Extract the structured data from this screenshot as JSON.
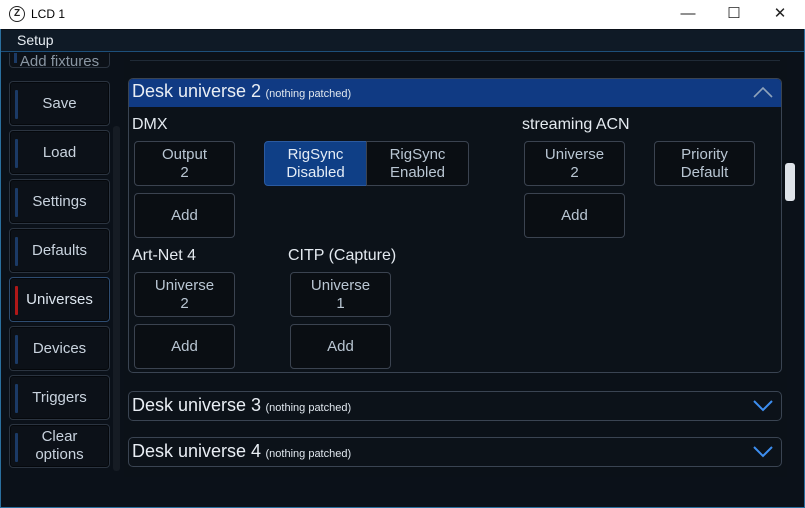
{
  "window": {
    "title": "LCD 1",
    "app_icon_letter": "Z",
    "minimize": "—",
    "maximize": "☐",
    "close": "✕"
  },
  "menu": {
    "setup": "Setup"
  },
  "sidebar": {
    "partial_label": "Add fixtures",
    "items": [
      {
        "label": "Save",
        "active": false
      },
      {
        "label": "Load",
        "active": false
      },
      {
        "label": "Settings",
        "active": false
      },
      {
        "label": "Defaults",
        "active": false
      },
      {
        "label": "Universes",
        "active": true
      },
      {
        "label": "Devices",
        "active": false
      },
      {
        "label": "Triggers",
        "active": false
      },
      {
        "label_line1": "Clear",
        "label_line2": "options",
        "active": false
      }
    ]
  },
  "panels": [
    {
      "title": "Desk universe 2",
      "subtitle": "(nothing patched)",
      "expanded": true,
      "dmx": {
        "label": "DMX",
        "output": {
          "line1": "Output",
          "line2": "2"
        },
        "add": "Add",
        "rigsync_disabled": {
          "line1": "RigSync",
          "line2": "Disabled",
          "selected": true
        },
        "rigsync_enabled": {
          "line1": "RigSync",
          "line2": "Enabled",
          "selected": false
        }
      },
      "sacn": {
        "label": "streaming ACN",
        "universe": {
          "line1": "Universe",
          "line2": "2"
        },
        "priority": {
          "line1": "Priority",
          "line2": "Default"
        },
        "add": "Add"
      },
      "artnet": {
        "label": "Art-Net 4",
        "universe": {
          "line1": "Universe",
          "line2": "2"
        },
        "add": "Add"
      },
      "citp": {
        "label": "CITP (Capture)",
        "universe": {
          "line1": "Universe",
          "line2": "1"
        },
        "add": "Add"
      }
    },
    {
      "title": "Desk universe 3",
      "subtitle": "(nothing patched)",
      "expanded": false
    },
    {
      "title": "Desk universe 4",
      "subtitle": "(nothing patched)",
      "expanded": false
    }
  ],
  "colors": {
    "accent": "#103a83",
    "active_marker": "#b01818",
    "chevron": "#3d8ef0"
  }
}
